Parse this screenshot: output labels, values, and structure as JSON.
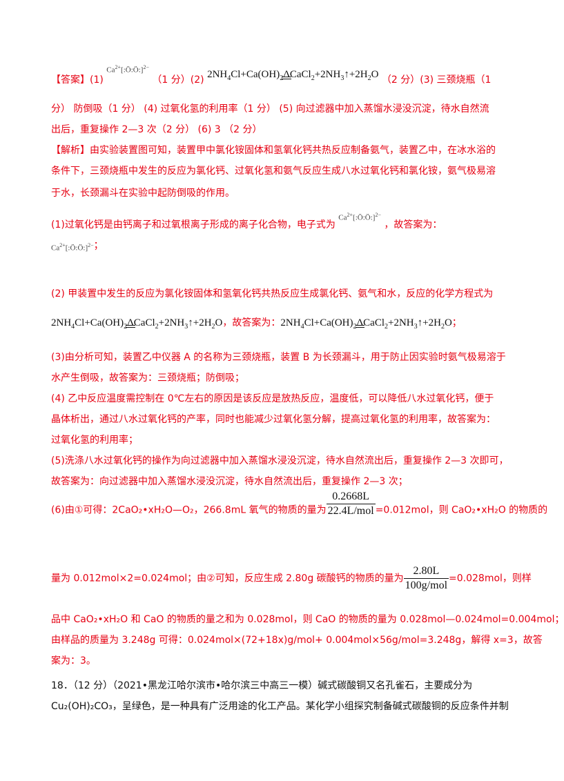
{
  "ans": {
    "tag": "【答案】",
    "p1": "(1)",
    "edot_main": "Ca",
    "edot_sup": "2+",
    "edot_bracket": "[:Ö:Ö:]",
    "edot_charge": "2−",
    "s1": "（1 分）(2)",
    "eq_a": "2NH",
    "eq_a4": "4",
    "eq_b": "Cl+Ca(OH)",
    "eq_b2": "2",
    "eq_delta": "Δ",
    "eq_c": "CaCl",
    "eq_c2": "2",
    "eq_d": "+2NH",
    "eq_d3": "3",
    "eq_e": "↑+2H",
    "eq_e2": "2",
    "eq_f": "O",
    "s2": "（2 分）(3) 三颈烧瓶（1",
    "l2": "分） 防倒吸（1 分） (4) 过氧化氢的利用率（1 分）     (5) 向过滤器中加入蒸馏水浸没沉淀，待水自然流",
    "l3": "出后，重复操作 2—3 次（2 分）     (6) 3 （2 分）"
  },
  "jx": {
    "tag": "【解析】",
    "l1": "由实验装置图可知，装置甲中氯化铵固体和氢氧化钙共热反应制备氨气，装置乙中，在冰水浴的",
    "l2": "条件下，三颈烧瓶中发生的反应为氯化钙、过氧化氢和氨气反应生成八水过氧化钙和氯化铵，氨气极易溶",
    "l3": "于水，长颈漏斗在实验中起防倒吸的作用。"
  },
  "q1": {
    "a": "(1)过氧化钙是由钙离子和过氧根离子形成的离子化合物，电子式为",
    "b": "，故答案为：",
    "end": "；"
  },
  "q2": {
    "a": "(2) 甲装置中发生的反应为氯化铵固体和氢氧化钙共热反应生成氯化钙、氨气和水，反应的化学方程式为",
    "mid": "，故答案为：",
    "end": "；"
  },
  "q3": {
    "l1": "(3)由分析可知，装置乙中仪器 A 的名称为三颈烧瓶，装置 B 为长颈漏斗，用于防止因实验时氨气极易溶于",
    "l2": "水产生倒吸，故答案为：三颈烧瓶；防倒吸；"
  },
  "q4": {
    "l1": "(4) 乙中反应温度需控制在 0℃左右的原因是该反应是放热反应，温度低，可以降低八水过氧化钙，便于",
    "l2": "晶体析出，通过八水过氧化钙的产率，同时也能减少过氧化氢分解，提高过氧化氢的利用率，故答案为：",
    "l3": "过氧化氢的利用率；"
  },
  "q5": {
    "l1": "(5)洗涤八水过氧化钙的操作为向过滤器中加入蒸馏水浸没沉淀，待水自然流出后，重复操作 2—3 次即可，",
    "l2": "故答案为：向过滤器中加入蒸馏水浸没沉淀，待水自然流出后，重复操作 2—3 次；"
  },
  "q6": {
    "a": "(6)由①可得：2CaO₂•xH₂O—O₂，266.8mL 氧气的物质的量为",
    "frac1_num": "0.2668L",
    "frac1_den": "22.4L/mol",
    "b": "=0.012mol，则 CaO₂•xH₂O 的物质的",
    "c": "量为 0.012mol×2=0.024mol；由②可知，反应生成 2.80g 碳酸钙的物质的量为",
    "frac2_num": "2.80L",
    "frac2_den": "100g/mol",
    "d": "=0.028mol，则样",
    "e": "品中 CaO₂•xH₂O 和 CaO 的物质的量之和为 0.028mol，则 CaO 的物质的量为 0.028mol—0.024mol=0.004mol；",
    "f": "由样品的质量为 3.248g 可得：0.024mol×(72+18x)g/mol+ 0.004mol×56g/mol=3.248g，解得 x=3，故答",
    "g": "案为：3。"
  },
  "q18": {
    "l1": "18．（12 分）（2021•黑龙江哈尔滨市•哈尔滨三中高三一模）碱式碳酸铜又名孔雀石，主要成分为",
    "l2": "Cu₂(OH)₂CO₃，呈绿色，是一种具有广泛用途的化工产品。某化学小组探究制备碱式碳酸铜的反应条件并制"
  }
}
